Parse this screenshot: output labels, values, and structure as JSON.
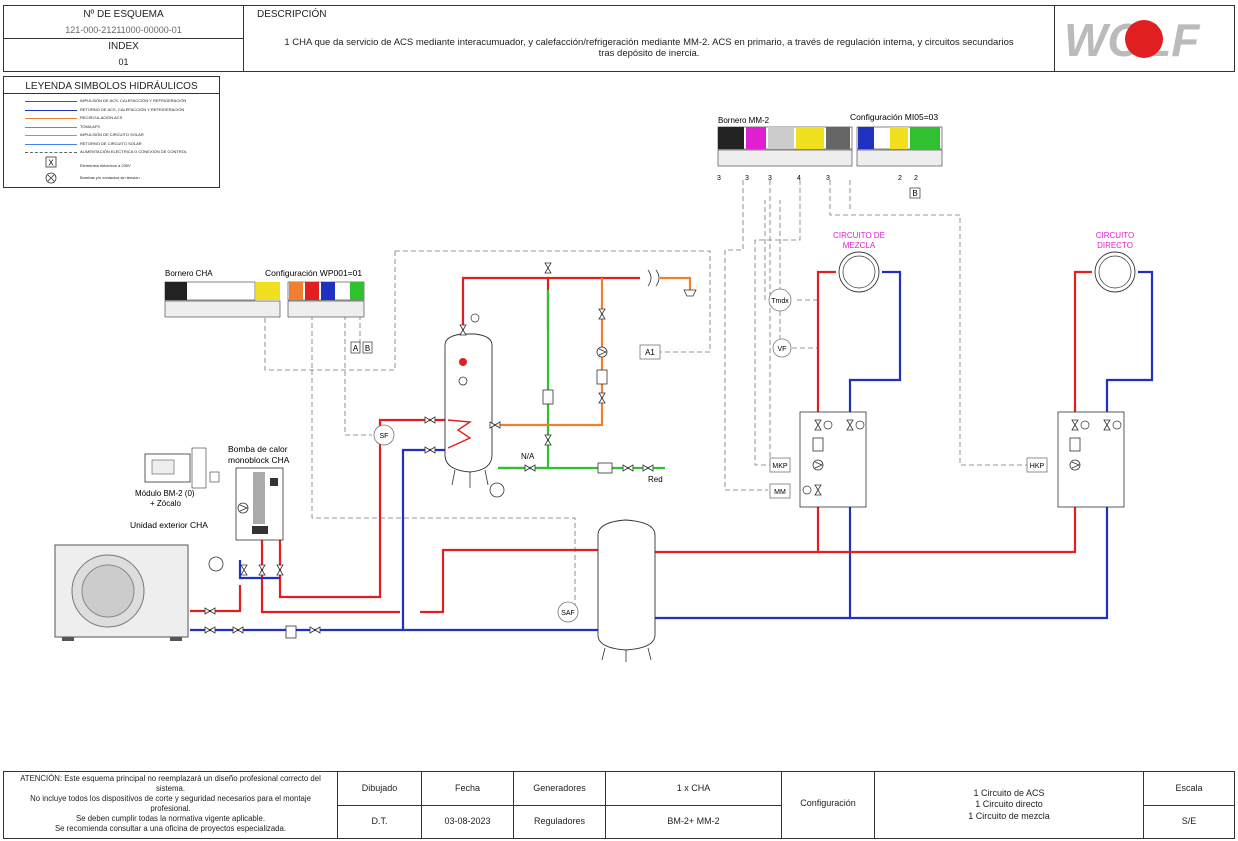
{
  "header": {
    "scheme_label": "Nº DE ESQUEMA",
    "scheme_number": "121-000-21211000-00000-01",
    "index_label": "INDEX",
    "index_value": "01",
    "description_label": "DESCRIPCIÓN",
    "description_line1": "1 CHA que da servicio de ACS mediante interacumuador, y calefacción/refrigeración mediante MM-2. ACS en primario, a través de regulación interna, y circuitos secundarios",
    "description_line2": "tras depósito de inercia.",
    "logo_text": "WOLF"
  },
  "legend": {
    "title": "LEYENDA SIMBOLOS HIDRÁULICOS",
    "items": [
      {
        "text": "IMPULSIÓN DE ACS, CALEFACCIÓN Y REFRIGERACIÓN",
        "color": "#e02020"
      },
      {
        "text": "RETORNO DE ACS, CALEFACCIÓN Y REFRIGERACIÓN",
        "color": "#2030c0"
      },
      {
        "text": "RECIRCULACIÓN ACS",
        "color": "#f08030"
      },
      {
        "text": "TOMA AFS",
        "color": "#30c030"
      },
      {
        "text": "IMPULSIÓN DE CIRCUITO SOLAR",
        "color": "#e070a0"
      },
      {
        "text": "RETORNO DE CIRCUITO SOLAR",
        "color": "#4080f0"
      },
      {
        "text": "ALIMENTACIÓN ELÉCTRICA O CONEXIÓN DE CONTROL",
        "color": "#666666"
      }
    ],
    "symbol_x": "X",
    "symbol_x_text": "Elementos eléctricos a 230V",
    "symbol_circle_text": "Bombas y/o contactos sin tensión"
  },
  "diagram": {
    "bornero_mm2": "Bornero MM-2",
    "config_mi05": "Configuración MI05=03",
    "bornero_cha": "Bornero CHA",
    "config_wp001": "Configuración WP001=01",
    "circuito_mezcla": "CIRCUITO DE\nMEZCLA",
    "circuito_mezcla_l1": "CIRCUITO DE",
    "circuito_mezcla_l2": "MEZCLA",
    "circuito_directo_l1": "CIRCUITO",
    "circuito_directo_l2": "DIRECTO",
    "bomba_calor_l1": "Bomba de calor",
    "bomba_calor_l2": "monoblock CHA",
    "modulo_l1": "Módulo BM-2 (0)",
    "modulo_l2": "+ Zócalo",
    "unidad_exterior": "Unidad exterior CHA",
    "sensor_tmdx": "Tmdx",
    "sensor_vf": "VF",
    "sensor_sf": "SF",
    "sensor_saf": "SAF",
    "box_a1": "A1",
    "box_mkp": "MKP",
    "box_mm": "MM",
    "box_hkp": "HKP",
    "label_na": "N/A",
    "label_red": "Red",
    "term_a": "A",
    "term_b": "B",
    "wire_3": "3",
    "wire_4": "4",
    "wire_2": "2",
    "colors": {
      "red": "#e02020",
      "blue": "#2030c0",
      "green": "#30c030",
      "orange": "#f08030",
      "magenta": "#e020d0"
    }
  },
  "footer": {
    "warning_line1": "ATENCIÓN: Este esquema principal no reemplazará un diseño profesional correcto del",
    "warning_line2": "sistema.",
    "warning_line3": "No incluye todos los dispositivos de corte y seguridad necesarios para el montaje",
    "warning_line4": "profesional.",
    "warning_line5": "Se deben cumplir todas la normativa vigente aplicable.",
    "warning_line6": "Se recomienda consultar a una oficina de proyectos especializada.",
    "dibujado_label": "Dibujado",
    "dibujado_value": "D.T.",
    "fecha_label": "Fecha",
    "fecha_value": "03-08-2023",
    "generadores_label": "Generadores",
    "generadores_value": "1 x CHA",
    "reguladores_label": "Reguladores",
    "reguladores_value": "BM-2+ MM-2",
    "configuracion_label": "Configuración",
    "config_line1": "1 Circuito de ACS",
    "config_line2": "1 Circuito directo",
    "config_line3": "1 Circuito de mezcla",
    "escala_label": "Escala",
    "escala_value": "S/E"
  }
}
